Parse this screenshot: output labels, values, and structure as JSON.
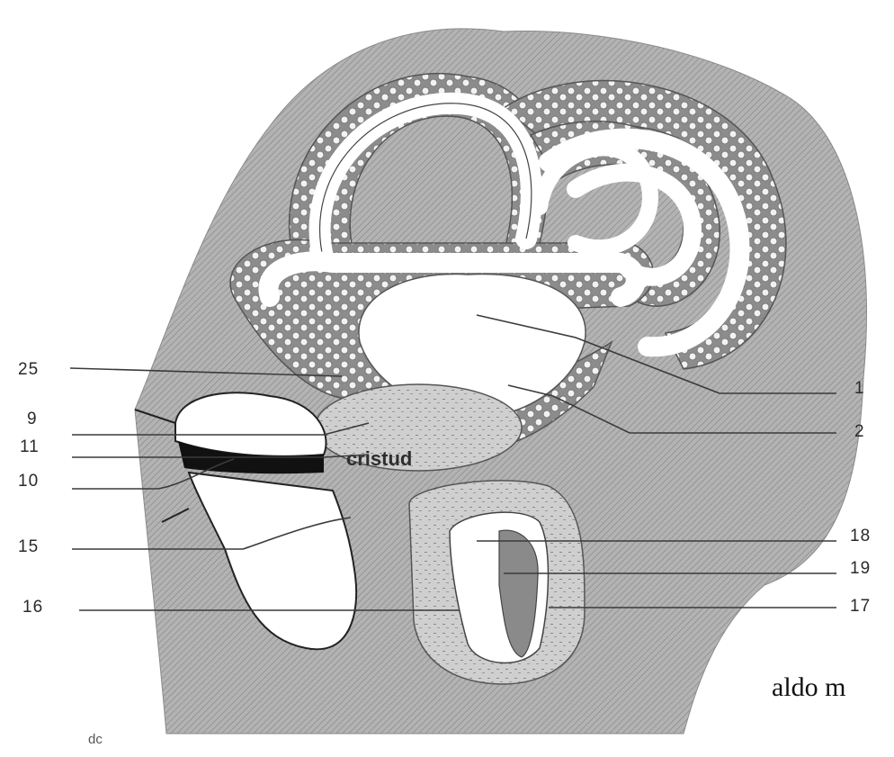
{
  "diagram": {
    "labels": {
      "l1": "1",
      "l2": "2",
      "l25": "25",
      "l9": "9",
      "l11": "11",
      "l10": "10",
      "l15": "15",
      "l16": "16",
      "l18": "18",
      "l19": "19",
      "l17": "17"
    },
    "bone_text": "cristud",
    "author_text": "aldo m",
    "initials": "dc",
    "colors": {
      "background": "#ffffff",
      "shaded_tissue": "#a6a6a6",
      "honeycomb": "#9a9a9a",
      "lumen": "#ffffff",
      "outline": "#3a3a3a"
    }
  }
}
